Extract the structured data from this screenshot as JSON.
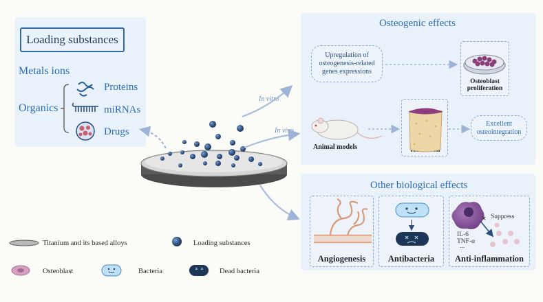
{
  "loading": {
    "title": "Loading substances",
    "metals": "Metals ions",
    "organics": "Organics",
    "items": [
      "Proteins",
      "miRNAs",
      "Drugs"
    ]
  },
  "routes": {
    "in_vitro": "In vitro",
    "in_vivo": "In vivo"
  },
  "osteogenic": {
    "title": "Osteogenic effects",
    "upregulation": [
      "Upregulation of",
      "osteogenesis-related",
      "genes expressions"
    ],
    "osteoblast_proliferation": [
      "Osteoblast",
      "proliferation"
    ],
    "animal_models": "Animal models",
    "bone_formation": "Bone formation",
    "osteointegration": [
      "Excellent",
      "osteointegration"
    ]
  },
  "other": {
    "title": "Other biological effects",
    "angiogenesis": "Angiogenesis",
    "antibacteria": "Antibacteria",
    "anti_inflammation": "Anti-inflammation",
    "suppress": "Suppress",
    "il6": "IL-6",
    "tnf": "TNF-α",
    "ellipsis": "..."
  },
  "legend": {
    "titanium": "Titanium and its based alloys",
    "loading": "Loading substances",
    "osteoblast": "Osteoblast",
    "bacteria": "Bacteria",
    "dead_bacteria": "Dead bacteria"
  },
  "colors": {
    "panel_bg": "#e9f1fb",
    "accent_blue": "#2c6fb2",
    "sphere": "#2f4f7a",
    "osteoblast": "#c98fb3",
    "bacteria": "#bfe0f7",
    "dead_bacteria": "#1d3557"
  }
}
